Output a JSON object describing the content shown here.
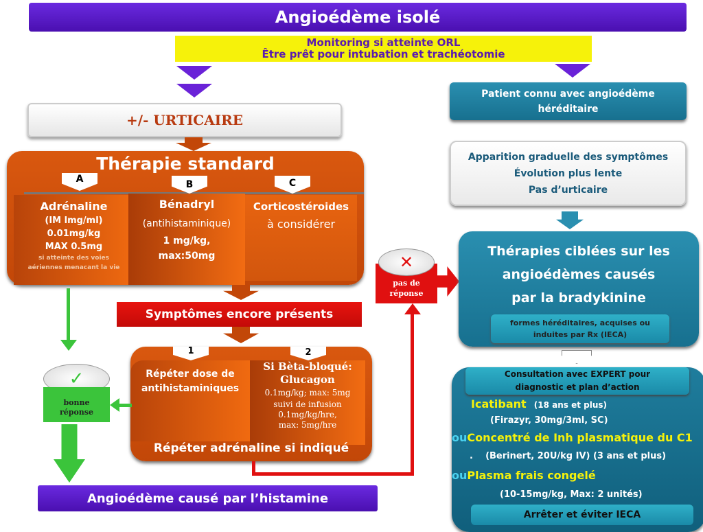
{
  "title": "Angioédème isolé",
  "monitoring": {
    "line1": "Monitoring si atteinte ORL",
    "line2": "Être prêt pour intubation et trachéotomie"
  },
  "urticaire": "+/-  URTICAIRE",
  "therapie": {
    "title": "Thérapie standard",
    "tabs": [
      "A",
      "B",
      "C"
    ],
    "a": {
      "name": "Adrénaline",
      "lines": [
        "(IM lmg/ml)",
        "0.01mg/kg",
        "MAX 0.5mg"
      ],
      "note1": "si atteinte des voies",
      "note2": "aériennes menacant la vie"
    },
    "b": {
      "name": "Bénadryl",
      "lines": [
        "(antihistaminique)",
        "1 mg/kg,",
        "max:50mg"
      ]
    },
    "c": {
      "name": "Corticostéroides",
      "line": "à considérer"
    }
  },
  "symptomes": "Symptômes encore présents",
  "second": {
    "tabs": [
      "1",
      "2"
    ],
    "one": {
      "line1": "Répéter dose de",
      "line2": "antihistaminiques"
    },
    "two": {
      "title1": "Si Bèta-bloqué:",
      "title2": "Glucagon",
      "lines": [
        "0.1mg/kg; max: 5mg",
        "suivi  de infusion",
        "0.1mg/kg/hre,",
        "max: 5mg/hre"
      ]
    },
    "footer": "Répéter adrénaline si indiqué"
  },
  "bonne": {
    "line1": "bonne",
    "line2": "réponse"
  },
  "pas": {
    "line1": "pas de",
    "line2": "réponse"
  },
  "histamine": "Angioédème causé par l’histamine",
  "right": {
    "patient": {
      "line1": "Patient connu avec angioédème",
      "line2": "héréditaire"
    },
    "apparition": [
      "Apparition graduelle des symptômes",
      "Évolution plus lente",
      "Pas d’urticaire"
    ],
    "therapies": {
      "lines": [
        "Thérapies ciblées sur les",
        "angioédèmes causés",
        "par la  bradykinine"
      ],
      "sub1": "formes héréditaires, acquises ou",
      "sub2": "induites par Rx (IECA)"
    },
    "consult": {
      "line1": "Consultation avec EXPERT pour",
      "line2": "diagnostic et plan d’action"
    },
    "icatibant": {
      "name": "Icatibant",
      "age": "(18 ans et plus)",
      "detail": "(Firazyr, 30mg/3ml, SC)"
    },
    "ou": "ou",
    "concentre": {
      "name": "Concentré de Inh plasmatique du C1",
      "bullet": ".",
      "detail": "(Berinert, 20U/kg IV) (3 ans et plus)"
    },
    "plasma": {
      "name": "Plasma frais congelé",
      "detail": "(10-15mg/kg, Max: 2 unités)"
    },
    "arreter": "Arrêter et éviter IECA"
  },
  "colors": {
    "purple": "#5b1ccb",
    "yellow": "#f6f20a",
    "orange": "#d9580f",
    "red": "#e01010",
    "green": "#3bc43b",
    "teal": "#1a7a9a"
  }
}
